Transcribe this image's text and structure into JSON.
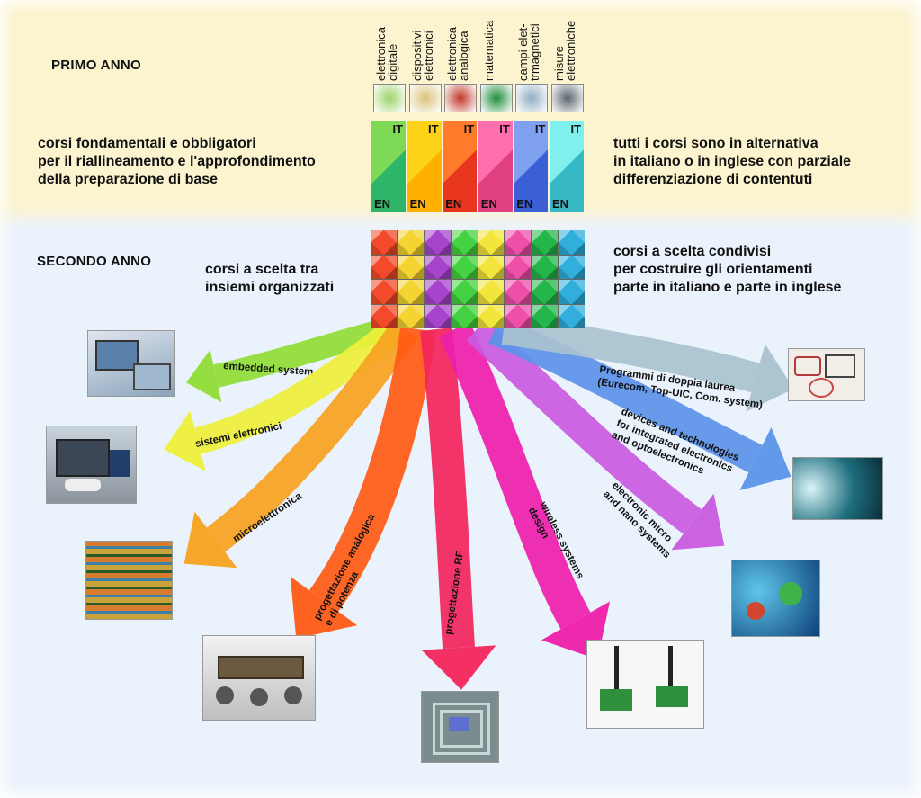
{
  "first_year": {
    "title": "PRIMO ANNO",
    "left_text": [
      "corsi fondamentali e obbligatori",
      "per il riallineamento e l'approfondimento",
      "della preparazione di base"
    ],
    "right_text": [
      "tutti i corsi sono in alternativa",
      "in italiano o in inglese con parziale",
      "differenziazione di contentuti"
    ],
    "it_label": "IT",
    "en_label": "EN",
    "courses": [
      {
        "name": "elettronica\ndigitale",
        "color_top": "#7ed957",
        "color_bottom": "#2fb56a"
      },
      {
        "name": "dispositivi\nelettronici",
        "color_top": "#ffd21a",
        "color_bottom": "#ffb000"
      },
      {
        "name": "elettronica\nanalogica",
        "color_top": "#ff7a2a",
        "color_bottom": "#e8361e"
      },
      {
        "name": "matematica",
        "color_top": "#ff6fae",
        "color_bottom": "#e0407f"
      },
      {
        "name": "campi elet-\ntrmagnetici",
        "color_top": "#7fa0ee",
        "color_bottom": "#3b5fd4"
      },
      {
        "name": "misure\nelettroniche",
        "color_top": "#7ff0ee",
        "color_bottom": "#36b9c4"
      }
    ]
  },
  "second_year": {
    "title": "SECONDO ANNO",
    "left_text": [
      "corsi a scelta tra",
      "insiemi organizzati"
    ],
    "right_text": [
      "corsi a scelta condivisi",
      "per costruire gli orientamenti",
      "parte in italiano e parte in inglese"
    ],
    "tile_colors": [
      "#f24a2a",
      "#f3d431",
      "#a645cc",
      "#45d242",
      "#f3e53c",
      "#ee4fa7",
      "#23b64a",
      "#31aedc"
    ],
    "paths": [
      {
        "label": [
          "embedded system"
        ],
        "color": "#8fdd35"
      },
      {
        "label": [
          "sistemi elettronici"
        ],
        "color": "#eef03a"
      },
      {
        "label": [
          "microelettronica"
        ],
        "color": "#f7a21f"
      },
      {
        "label": [
          "progettazione analogica",
          "e di potenza"
        ],
        "color": "#ff5a14"
      },
      {
        "label": [
          "progettazione RF"
        ],
        "color": "#f3245c"
      },
      {
        "label": [
          "wireless systems",
          "design"
        ],
        "color": "#ee1eaa"
      },
      {
        "label": [
          "electronic micro",
          "and nano systems"
        ],
        "color": "#c95ae0"
      },
      {
        "label": [
          "devices and technologies",
          "for integrated electronics",
          "and optoelectronics"
        ],
        "color": "#5b93e8"
      },
      {
        "label": [
          "Programmi di doppia laurea",
          "(Eurecom, Top-UIC, Com. system)"
        ],
        "color": "#a9c2cf"
      }
    ]
  }
}
